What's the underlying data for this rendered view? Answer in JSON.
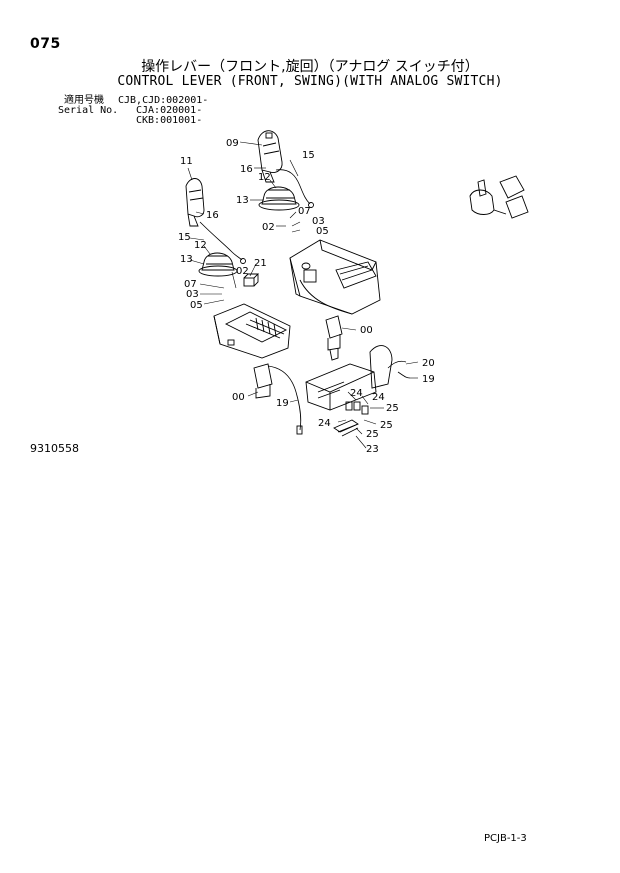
{
  "header": {
    "page_number": "075",
    "title_jp": "操作レバー（フロント,旋回）（アナログ スイッチ付）",
    "title_en": "CONTROL LEVER (FRONT, SWING)(WITH ANALOG SWITCH)"
  },
  "serial": {
    "label_jp": "適用号機",
    "label_en": "Serial No.",
    "lines": [
      "CJB,CJD:002001-",
      "CJA:020001-",
      "CKB:001001-"
    ]
  },
  "figure_number": "9310558",
  "footer_code": "PCJB-1-3",
  "callouts": {
    "c09": "09",
    "c16a": "16",
    "c15a": "15",
    "c12a": "12",
    "c13a": "13",
    "c07a": "07",
    "c03a": "03",
    "c02a": "02",
    "c05a": "05",
    "c11": "11",
    "c16b": "16",
    "c15b": "15",
    "c12b": "12",
    "c13b": "13",
    "c21": "21",
    "c02b": "02",
    "c07b": "07",
    "c03b": "03",
    "c05b": "05",
    "c00a": "00",
    "c00b": "00",
    "c19a": "19",
    "c20": "20",
    "c19b": "19",
    "c24a": "24",
    "c24b": "24",
    "c25a": "25",
    "c25b": "25",
    "c24c": "24",
    "c25c": "25",
    "c23": "23"
  }
}
